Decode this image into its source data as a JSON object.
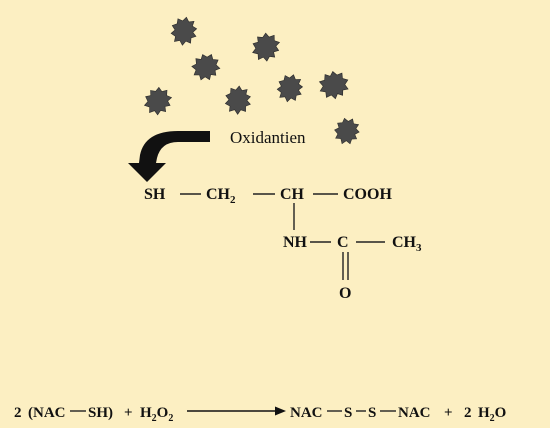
{
  "colors": {
    "background": "#fcefc2",
    "oxidant_fill": "#4a4a4a",
    "arrow_fill": "#111111"
  },
  "oxidant": {
    "label": "Oxidantien",
    "icon": "oxidant-burst-icon"
  },
  "molecule": {
    "sh": "SH",
    "ch2": "CH",
    "ch2_sub": "2",
    "ch": "CH",
    "cooh": "COOH",
    "nh": "NH",
    "c": "C",
    "ch3": "CH",
    "ch3_sub": "3",
    "o": "O"
  },
  "equation": {
    "coef_left": "2",
    "reactant_open": "(NAC",
    "reactant_sh": "SH)",
    "plus1": "+",
    "h2o2_h": "H",
    "h2o2_sub1": "2",
    "h2o2_o": "O",
    "h2o2_sub2": "2",
    "prod_nac1": "NAC",
    "prod_s1": "S",
    "prod_s2": "S",
    "prod_nac2": "NAC",
    "plus2": "+",
    "coef_water": "2",
    "water_h": "H",
    "water_sub": "2",
    "water_o": "O"
  }
}
